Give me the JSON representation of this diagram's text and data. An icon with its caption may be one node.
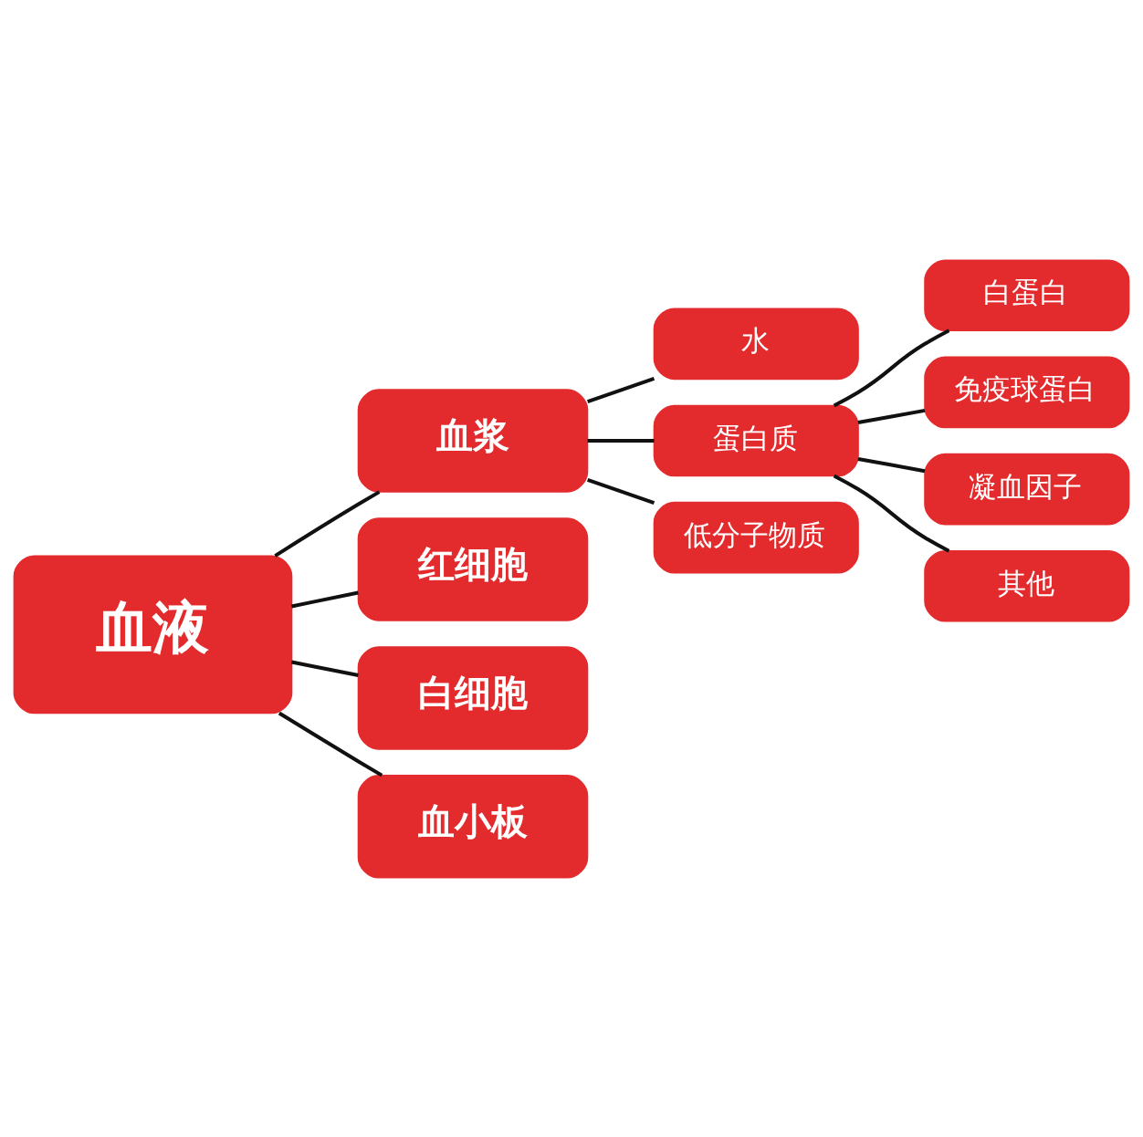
{
  "diagram": {
    "nodes": [
      {
        "text": [
          "血液"
        ]
      },
      {
        "text": [
          "血浆"
        ]
      },
      {
        "text": [
          "水"
        ]
      },
      {
        "text": [
          "蛋白质"
        ]
      },
      {
        "text": [
          "白蛋白"
        ]
      },
      {
        "text": [
          "免疫球蛋白"
        ]
      },
      {
        "text": [
          "凝血因子"
        ]
      },
      {
        "text": [
          "其他"
        ]
      },
      {
        "text": [
          "低分子物质"
        ]
      },
      {
        "text": [
          "红细胞"
        ]
      },
      {
        "text": [
          "白细胞"
        ]
      },
      {
        "text": [
          "血小板"
        ]
      }
    ],
    "edges": [
      {
        "from": 0,
        "to": 1,
        "arrow": "none"
      },
      {
        "from": 0,
        "to": 9,
        "arrow": "none"
      },
      {
        "from": 0,
        "to": 10,
        "arrow": "none"
      },
      {
        "from": 0,
        "to": 11,
        "arrow": "none"
      },
      {
        "from": 1,
        "to": 2,
        "arrow": "none"
      },
      {
        "from": 1,
        "to": 3,
        "arrow": "none"
      },
      {
        "from": 1,
        "to": 8,
        "arrow": "none"
      },
      {
        "from": 3,
        "to": 4,
        "arrow": "none"
      },
      {
        "from": 3,
        "to": 5,
        "arrow": "none"
      },
      {
        "from": 3,
        "to": 6,
        "arrow": "none"
      },
      {
        "from": 3,
        "to": 7,
        "arrow": "none"
      }
    ]
  }
}
